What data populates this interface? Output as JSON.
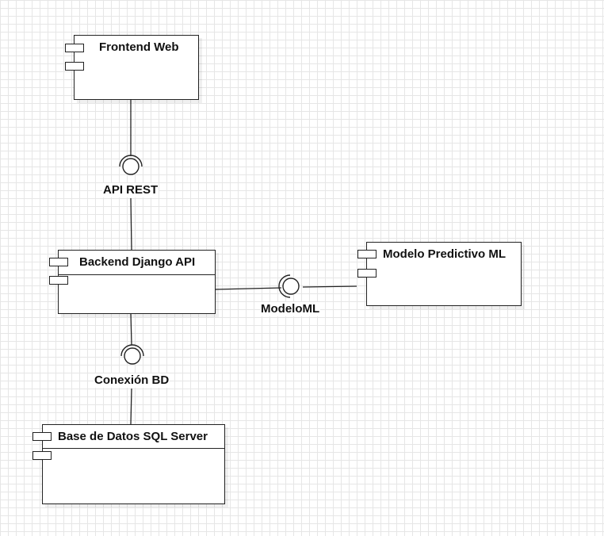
{
  "components": {
    "frontend": {
      "label": "Frontend Web"
    },
    "backend": {
      "label": "Backend Django API"
    },
    "ml_model": {
      "label": "Modelo Predictivo ML"
    },
    "database": {
      "label": "Base de Datos SQL Server"
    }
  },
  "interfaces": {
    "api_rest": {
      "label": "API REST"
    },
    "modelo_ml": {
      "label": "ModeloML"
    },
    "conexion_bd": {
      "label": "Conexión BD"
    }
  },
  "colors": {
    "stroke": "#222222",
    "grid": "#e6e6e6",
    "background": "#ffffff"
  }
}
